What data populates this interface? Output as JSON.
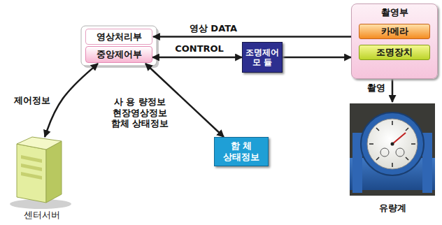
{
  "diagram": {
    "nodes": [
      {
        "text": [
          "영상처리부"
        ]
      },
      {
        "text": [
          "중앙제어부"
        ]
      },
      {
        "text": [
          "촬영부"
        ]
      },
      {
        "text": [
          "카메라"
        ],
        "in": 2
      },
      {
        "text": [
          "조명장치"
        ],
        "in": 2
      },
      {
        "text": [
          "조명제어 모 듈"
        ]
      },
      {
        "text": [
          "센터서버"
        ]
      },
      {
        "text": [
          "함 체 상태정보"
        ]
      },
      {
        "text": [
          "유량계"
        ]
      }
    ],
    "edges": [
      {
        "from": 2,
        "to": 0,
        "label": "영상 DATA",
        "arrow": "to"
      },
      {
        "from": 1,
        "to": 5,
        "label": "CONTROL",
        "arrow": "both"
      },
      {
        "from": 5,
        "to": 2,
        "arrow": "to"
      },
      {
        "from": 6,
        "to": 1,
        "label": "제어정보",
        "arrow": "both"
      },
      {
        "from": 1,
        "to": 7,
        "arrow": "both"
      },
      {
        "from": 2,
        "to": 8,
        "label": "촬영",
        "arrow": "to"
      }
    ],
    "labels": [
      "사 용 량정보 현장영상정보 함체 상태정보"
    ]
  }
}
